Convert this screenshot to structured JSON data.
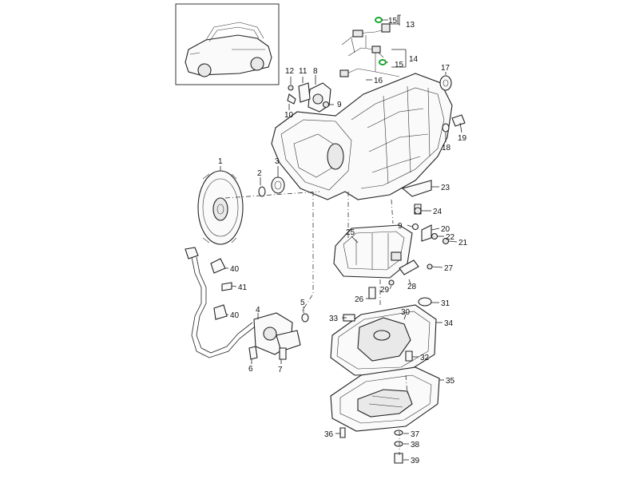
{
  "callouts": [
    {
      "id": "c1",
      "text": "1"
    },
    {
      "id": "c2",
      "text": "2"
    },
    {
      "id": "c3",
      "text": "3"
    },
    {
      "id": "c4",
      "text": "4"
    },
    {
      "id": "c5",
      "text": "5"
    },
    {
      "id": "c6",
      "text": "6"
    },
    {
      "id": "c7",
      "text": "7"
    },
    {
      "id": "c8",
      "text": "8"
    },
    {
      "id": "c9a",
      "text": "9"
    },
    {
      "id": "c9b",
      "text": "9"
    },
    {
      "id": "c10",
      "text": "10"
    },
    {
      "id": "c11",
      "text": "11"
    },
    {
      "id": "c12",
      "text": "12"
    },
    {
      "id": "c13",
      "text": "13"
    },
    {
      "id": "c14",
      "text": "14"
    },
    {
      "id": "c15a",
      "text": "15"
    },
    {
      "id": "c15b",
      "text": "15"
    },
    {
      "id": "c16",
      "text": "16"
    },
    {
      "id": "c17",
      "text": "17"
    },
    {
      "id": "c18",
      "text": "18"
    },
    {
      "id": "c19",
      "text": "19"
    },
    {
      "id": "c20",
      "text": "20"
    },
    {
      "id": "c21",
      "text": "21"
    },
    {
      "id": "c22",
      "text": "22"
    },
    {
      "id": "c23",
      "text": "23"
    },
    {
      "id": "c24",
      "text": "24"
    },
    {
      "id": "c25",
      "text": "25"
    },
    {
      "id": "c26",
      "text": "26"
    },
    {
      "id": "c27",
      "text": "27"
    },
    {
      "id": "c28",
      "text": "28"
    },
    {
      "id": "c29",
      "text": "29"
    },
    {
      "id": "c30",
      "text": "30"
    },
    {
      "id": "c31",
      "text": "31"
    },
    {
      "id": "c32",
      "text": "32"
    },
    {
      "id": "c33",
      "text": "33"
    },
    {
      "id": "c34",
      "text": "34"
    },
    {
      "id": "c35",
      "text": "35"
    },
    {
      "id": "c36",
      "text": "36"
    },
    {
      "id": "c37",
      "text": "37"
    },
    {
      "id": "c38",
      "text": "38"
    },
    {
      "id": "c39",
      "text": "39"
    },
    {
      "id": "c40a",
      "text": "40"
    },
    {
      "id": "c40b",
      "text": "40"
    },
    {
      "id": "c41",
      "text": "41"
    }
  ],
  "colors": {
    "highlight": "#17a52b",
    "line": "#222222"
  },
  "icons": [
    "vehicle-thumbnail",
    "transmission-housing",
    "torque-converter",
    "valve-body",
    "oil-pan",
    "wiring-harness"
  ]
}
